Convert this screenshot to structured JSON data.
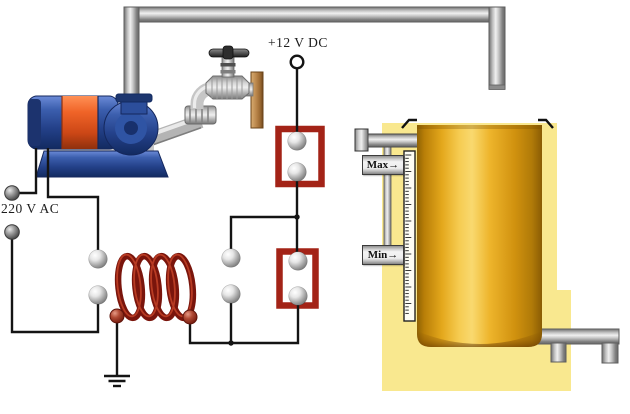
{
  "labels": {
    "dc_supply": "+12 V DC",
    "ac_supply": "220 V AC",
    "level_max": "Max→",
    "level_min": "Min→"
  },
  "colors": {
    "relay_frame": "#a32317",
    "coil": "#7a150c",
    "pump_blue": "#2c4e9b",
    "motor_band": "#e85c24",
    "tank_gold": "#eeb52c",
    "backdrop_yellow": "#f9e88f",
    "pipe_gray": "#b9b9b9",
    "wire": "#141414",
    "board_tan": "#b9854a"
  }
}
